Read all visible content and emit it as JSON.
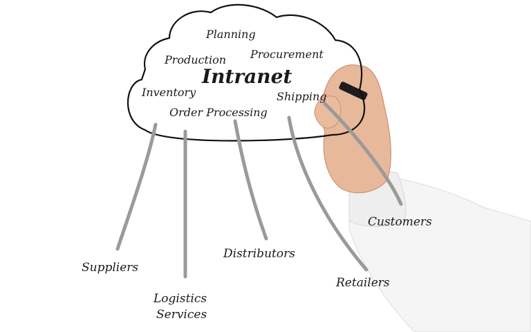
{
  "cloud": {
    "title": "Intranet",
    "items": [
      "Planning",
      "Production",
      "Procurement",
      "Inventory",
      "Shipping",
      "Order Processing"
    ]
  },
  "branches": {
    "suppliers": "Suppliers",
    "logistics_1": "Logistics",
    "logistics_2": "Services",
    "distributors": "Distributors",
    "retailers": "Retailers",
    "customers": "Customers"
  },
  "colors": {
    "ink": "#111111",
    "connector": "#9a9a9a",
    "skin": "#e7b69a",
    "sleeve": "#f6f6f6"
  }
}
